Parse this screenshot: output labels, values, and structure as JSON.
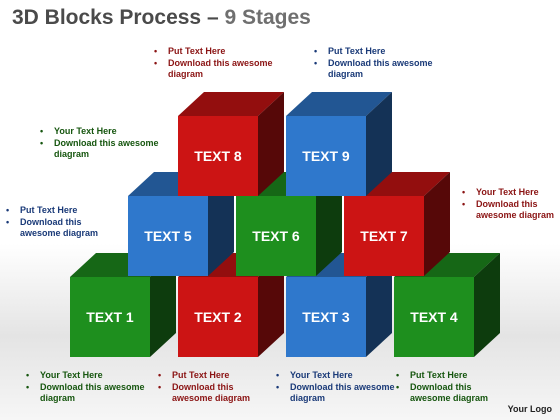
{
  "header": {
    "title_main": "3D Blocks Process",
    "title_dash": " – ",
    "title_sub": "9 Stages"
  },
  "colors": {
    "red": "#cc1414",
    "green": "#1e8f1e",
    "blue": "#2f78cc"
  },
  "blocks": [
    {
      "label": "TEXT 1",
      "color": "green"
    },
    {
      "label": "TEXT 2",
      "color": "red"
    },
    {
      "label": "TEXT 3",
      "color": "blue"
    },
    {
      "label": "TEXT 4",
      "color": "green"
    },
    {
      "label": "TEXT 5",
      "color": "blue"
    },
    {
      "label": "TEXT 6",
      "color": "green"
    },
    {
      "label": "TEXT 7",
      "color": "red"
    },
    {
      "label": "TEXT 8",
      "color": "red"
    },
    {
      "label": "TEXT 9",
      "color": "blue"
    }
  ],
  "notes": [
    {
      "color": "red",
      "lines": [
        "Put Text Here",
        "Download this awesome diagram"
      ]
    },
    {
      "color": "blue",
      "lines": [
        "Put Text Here",
        "Download this awesome diagram"
      ]
    },
    {
      "color": "green",
      "lines": [
        "Your Text Here",
        "Download this awesome diagram"
      ]
    },
    {
      "color": "blue",
      "lines": [
        "Put Text Here",
        "Download this awesome diagram"
      ]
    },
    {
      "color": "red",
      "lines": [
        "Your Text Here",
        "Download this awesome diagram"
      ]
    },
    {
      "color": "green",
      "lines": [
        "Your Text Here",
        "Download this awesome diagram"
      ]
    },
    {
      "color": "red",
      "lines": [
        "Put Text Here",
        "Download this awesome diagram"
      ]
    },
    {
      "color": "blue",
      "lines": [
        "Your Text Here",
        "Download this awesome diagram"
      ]
    },
    {
      "color": "green",
      "lines": [
        "Put Text Here",
        "Download this awesome diagram"
      ]
    }
  ],
  "footer": {
    "logo": "Your Logo"
  }
}
